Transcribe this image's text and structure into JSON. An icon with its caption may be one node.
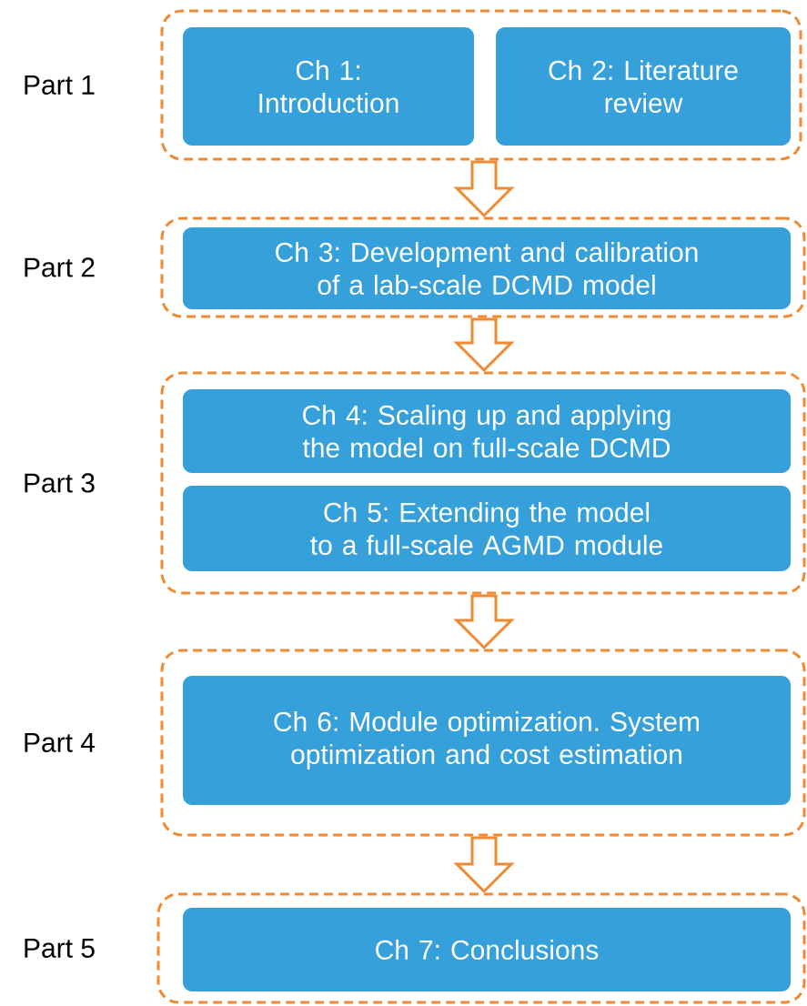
{
  "diagram": {
    "nodes": [
      {
        "text": [],
        "shape": "box",
        "beside": [
          "Part 1"
        ]
      },
      {
        "text": [
          "Ch 1: Introduction"
        ],
        "in": 0
      },
      {
        "text": [
          "Ch 2: Literature review"
        ],
        "in": 0
      },
      {
        "text": [],
        "shape": "box",
        "beside": [
          "Part 2"
        ]
      },
      {
        "text": [
          "Ch 3: Development and calibration of a lab-scale DCMD model"
        ],
        "in": 3
      },
      {
        "text": [],
        "shape": "box",
        "beside": [
          "Part 3"
        ]
      },
      {
        "text": [
          "Ch 4: Scaling up and applying the model on full-scale DCMD"
        ],
        "in": 5
      },
      {
        "text": [
          "Ch 5: Extending the model to a full-scale AGMD module"
        ],
        "in": 5
      },
      {
        "text": [],
        "shape": "box",
        "beside": [
          "Part 4"
        ]
      },
      {
        "text": [
          "Ch 6: Module optimization. System optimization and cost estimation"
        ],
        "in": 8
      },
      {
        "text": [],
        "shape": "box",
        "beside": [
          "Part 5"
        ]
      },
      {
        "text": [
          "Ch 7: Conclusions"
        ],
        "in": 10
      }
    ],
    "edges": [
      {
        "from": 0,
        "to": 3,
        "arrow": "to"
      },
      {
        "from": 3,
        "to": 5,
        "arrow": "to"
      },
      {
        "from": 5,
        "to": 8,
        "arrow": "to"
      },
      {
        "from": 8,
        "to": 10,
        "arrow": "to"
      }
    ]
  }
}
